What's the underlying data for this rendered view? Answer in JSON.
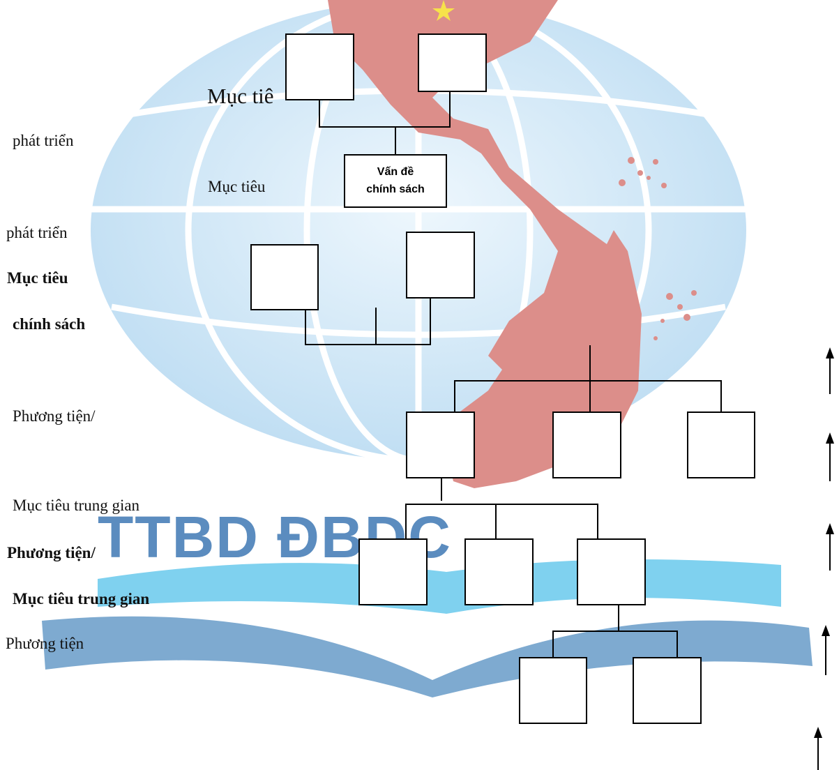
{
  "watermark": "TTBD ĐBDC",
  "labels": {
    "muc_tieu_top": "Mục tiê",
    "phat_trien_1": "phát triển",
    "muc_tieu_2": "Mục tiêu",
    "phat_trien_2": "phát triển",
    "muc_tieu_bold": "Mục tiêu",
    "chinh_sach_bold": "chính sách",
    "phuong_tien_1": "Phương tiện/",
    "muc_tieu_trung_gian_1": "Mục tiêu trung gian",
    "phuong_tien_bold": "Phương tiện/",
    "muc_tieu_trung_gian_bold": "Mục tiêu trung gian",
    "phuong_tien_plain": "Phương tiện"
  },
  "central_box": {
    "line1": "Vấn đề",
    "line2": "chính sách"
  },
  "colors": {
    "globe": "#c6e2f5",
    "globe_lines": "#ffffff",
    "map": "#dc8e8a",
    "star": "#f7e24a",
    "book_light": "#7fd1ef",
    "book_dark": "#7eaad0",
    "watermark": "#5b8cbf"
  }
}
